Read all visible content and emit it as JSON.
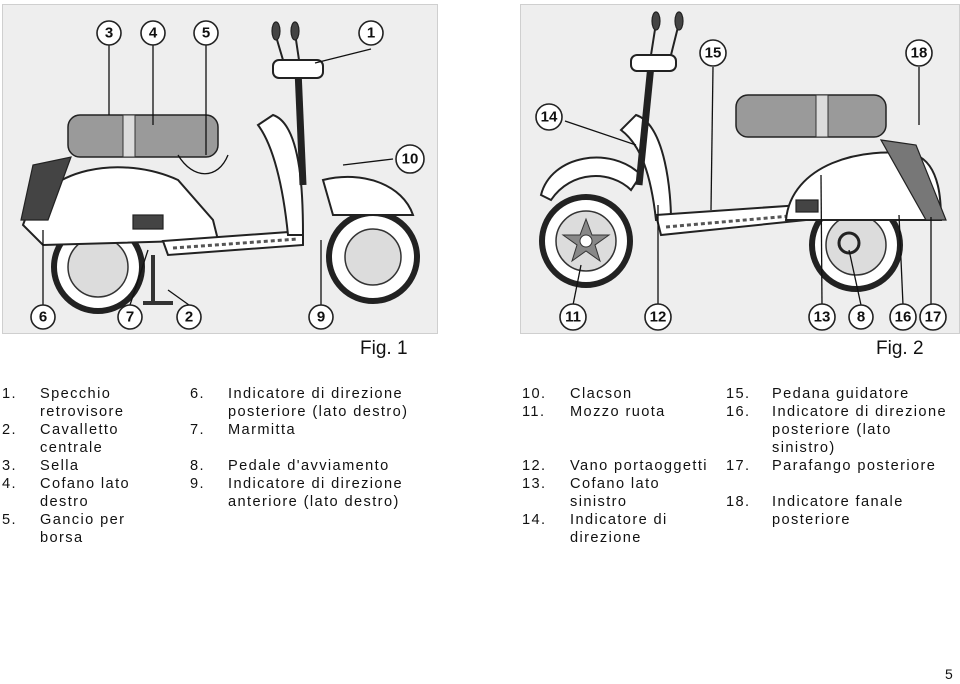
{
  "figures": [
    {
      "caption": "Fig. 1",
      "callouts": [
        "3",
        "4",
        "5",
        "1",
        "10",
        "6",
        "7",
        "2",
        "9"
      ]
    },
    {
      "caption": "Fig. 2",
      "callouts": [
        "15",
        "18",
        "14",
        "11",
        "12",
        "13",
        "8",
        "16",
        "17"
      ]
    }
  ],
  "legend": [
    [
      {
        "num": "1.",
        "text": "Specchio retrovisore"
      },
      {
        "num": "2.",
        "text": "Cavalletto centrale"
      },
      {
        "num": "3.",
        "text": "Sella"
      },
      {
        "num": "4.",
        "text": "Cofano lato destro"
      },
      {
        "num": "5.",
        "text": "Gancio per borsa"
      }
    ],
    [
      {
        "num": "6.",
        "text": "Indicatore di direzione posteriore (lato destro)"
      },
      {
        "num": "7.",
        "text": "Marmitta"
      },
      {
        "num": "8.",
        "text": "Pedale d'avviamento"
      },
      {
        "num": "9.",
        "text": "Indicatore di direzione anteriore (lato destro)"
      }
    ],
    [
      {
        "num": "10.",
        "text": "Clacson"
      },
      {
        "num": "11.",
        "text": "Mozzo ruota"
      },
      {
        "num": "12.",
        "text": "Vano portaoggetti"
      },
      {
        "num": "13.",
        "text": "Cofano lato sinistro"
      },
      {
        "num": "14.",
        "text": "Indicatore di direzione"
      }
    ],
    [
      {
        "num": "15.",
        "text": "Pedana guidatore"
      },
      {
        "num": "16.",
        "text": "Indicatore di direzione posteriore (lato sinistro)"
      },
      {
        "num": "17.",
        "text": "Parafango posteriore"
      },
      {
        "num": "18.",
        "text": "Indicatore fanale posteriore"
      }
    ]
  ],
  "page_number": "5"
}
